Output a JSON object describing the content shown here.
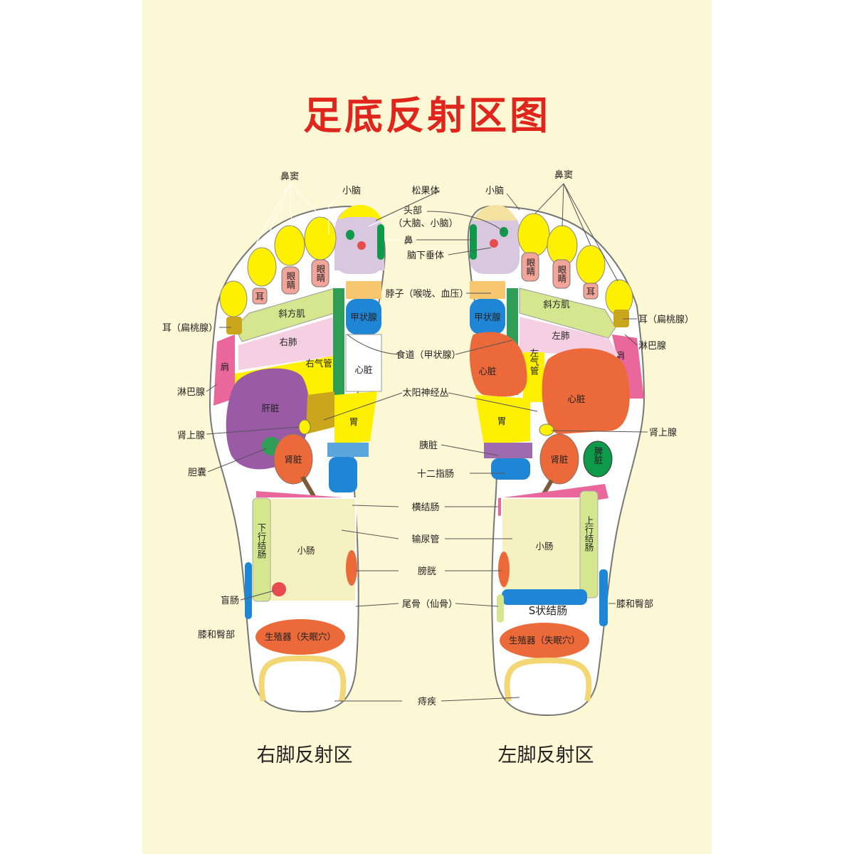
{
  "title": "足底反射区图",
  "right_caption": "右脚反射区",
  "left_caption": "左脚反射区",
  "colors": {
    "background": "#fcf8d6",
    "title": "#e0261c",
    "yellow": "#fff000",
    "pink": "#e9679a",
    "lightpink": "#f4d0e2",
    "lightgreen": "#d6e68e",
    "purple": "#9a5aa6",
    "orange": "#ec6a3a",
    "blue": "#1f86d6",
    "green": "#0f9a4b",
    "olive": "#c9a61c",
    "cream": "#f6f1c0",
    "tan": "#bf9a5a"
  },
  "center_labels": {
    "songguoti": "松果体",
    "toubu": "头部",
    "toubu_sub": "（大脑、小脑）",
    "bi": "鼻",
    "naoxiachuiti": "脑下垂体",
    "bozi": "脖子（喉咙、血压）",
    "shidao": "食道（甲状腺）",
    "taiyang": "太阳神经丛",
    "yizang": "胰脏",
    "shierzhichang": "十二指肠",
    "hengjiechang": "横结肠",
    "shuniaoguan": "输尿管",
    "pangguang": "膀胱",
    "weigu": "尾骨（仙骨）",
    "zhiji": "痔疾"
  },
  "right_labels": {
    "bidou": "鼻窦",
    "xiaonao": "小脑",
    "er_biantao": "耳（扁桃腺）",
    "linbaxian": "淋巴腺",
    "shenshangxian": "肾上腺",
    "dannang": "胆囊",
    "mangchang": "盲肠",
    "xihetunbu": "膝和臀部"
  },
  "left_labels": {
    "bidou": "鼻窦",
    "xiaonao": "小脑",
    "er_biantao": "耳（扁桃腺）",
    "linbaxian": "淋巴腺",
    "shenshangxian": "肾上腺",
    "xihetunbu": "膝和臀部"
  },
  "right_zones": {
    "yan1": "眼睛",
    "yan2": "眼睛",
    "er": "耳",
    "xiefangji": "斜方肌",
    "youfei": "右肺",
    "youqiguan": "右气管",
    "jia": "甲状腺",
    "xinzang": "心脏",
    "ganzang": "肝脏",
    "wei": "胃",
    "shenzang": "肾脏",
    "xiaxing": "下行结肠",
    "xiaochang": "小肠",
    "jian": "肩",
    "shengzhiqi": "生殖器（失眠穴）"
  },
  "left_zones": {
    "yan1": "眼睛",
    "yan2": "眼睛",
    "er": "耳",
    "xiefangji": "斜方肌",
    "zuofei": "左肺",
    "zuoqiguan": "左气管",
    "jia": "甲状腺",
    "xinzang": "心脏",
    "xinzang2": "心脏",
    "wei": "胃",
    "shenzang": "肾脏",
    "pizang": "脾脏",
    "shangxing": "上行结肠",
    "xiaochang": "小肠",
    "sjiechang": "S状结肠",
    "jian": "肩",
    "shengzhiqi": "生殖器（失眠穴）"
  }
}
